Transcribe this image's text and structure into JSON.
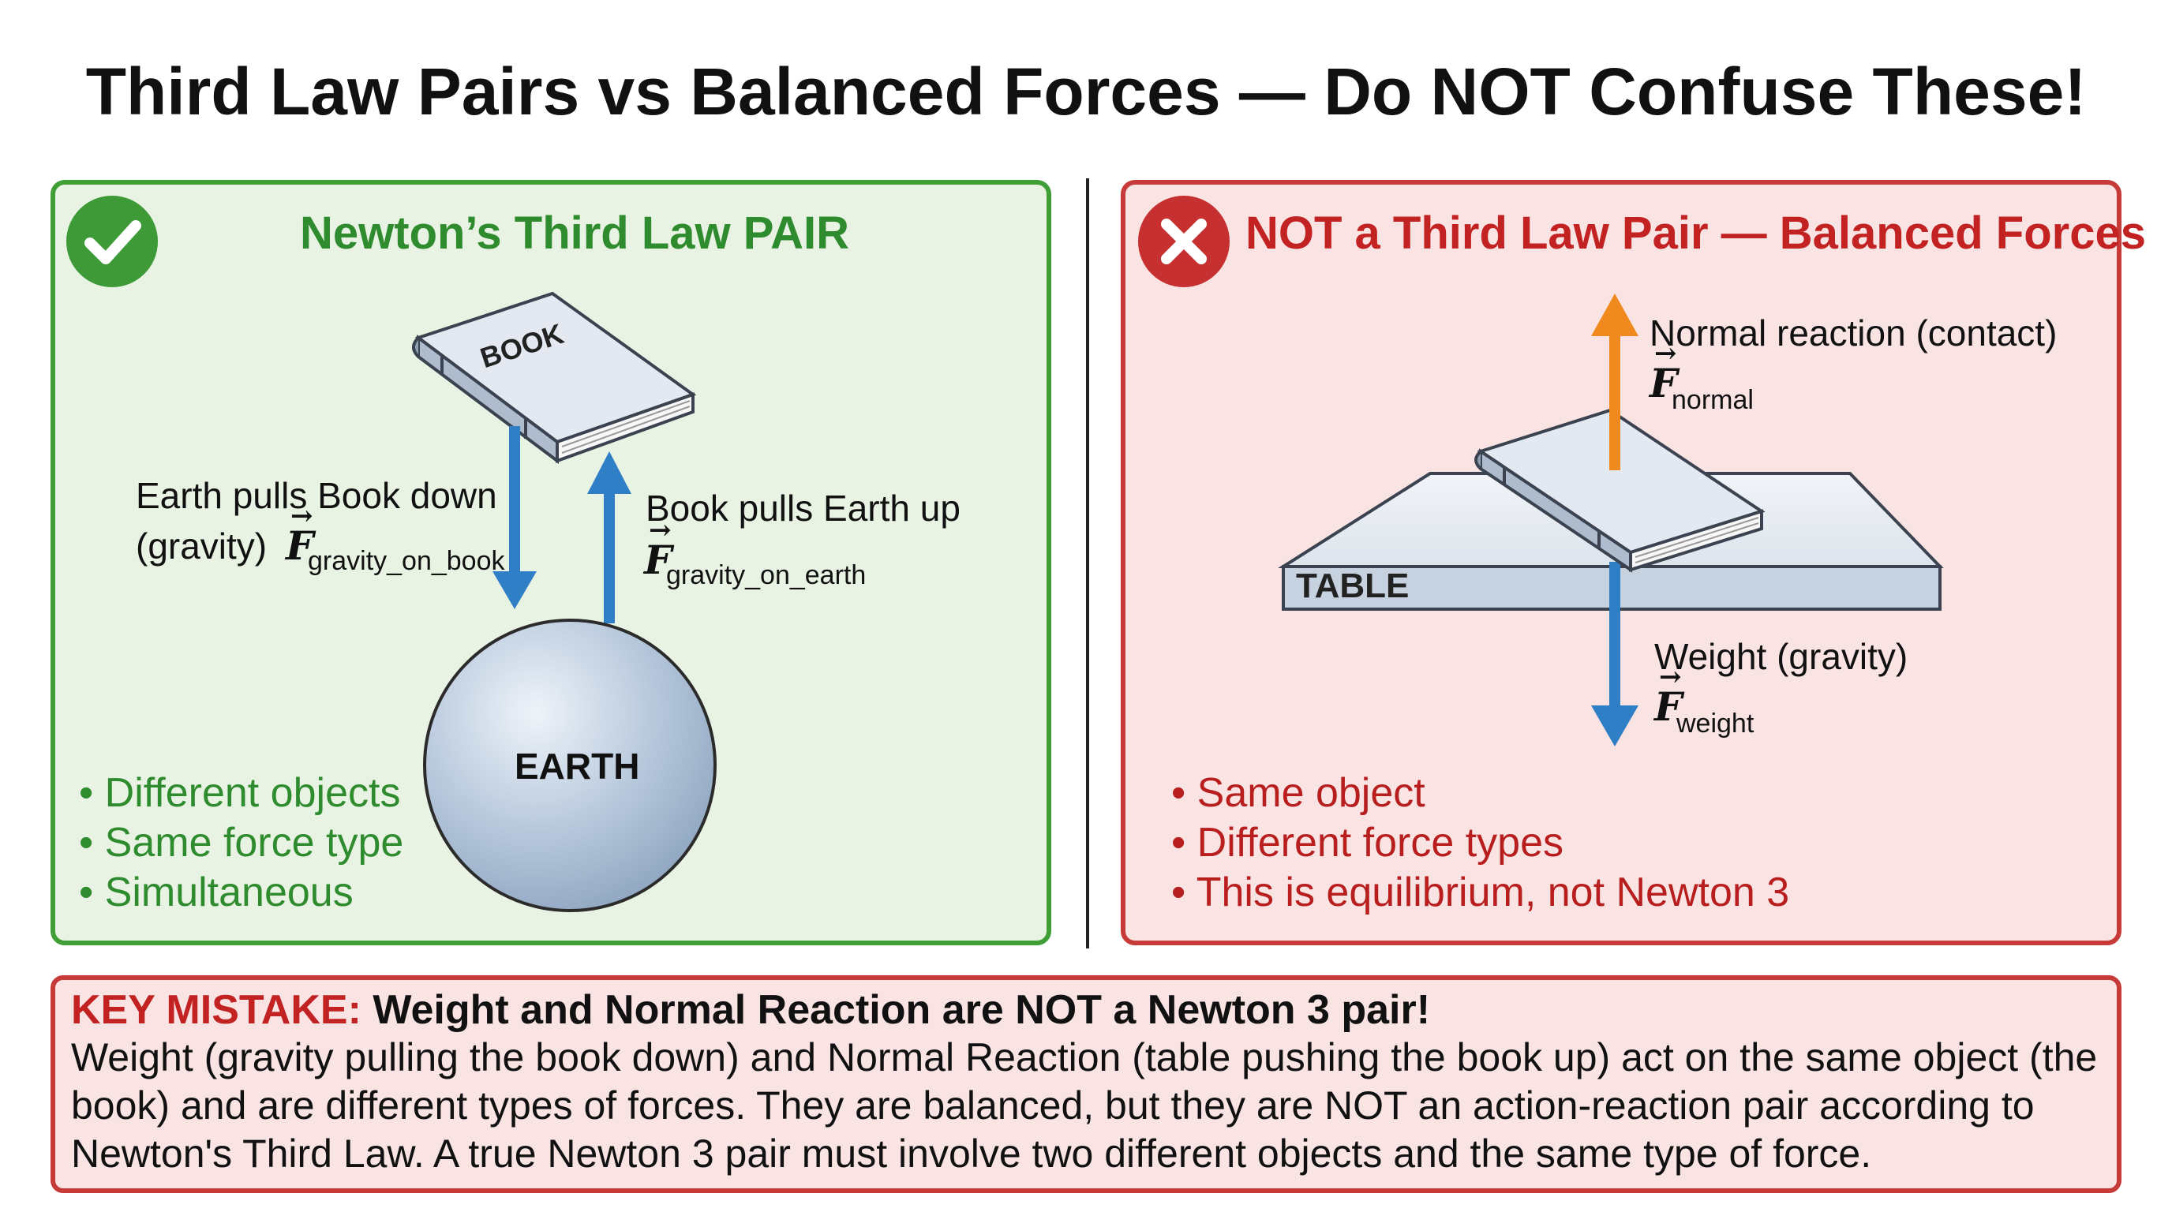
{
  "title": "Third Law Pairs vs Balanced Forces — Do NOT Confuse These!",
  "left_panel": {
    "heading": "Newton’s Third Law PAIR",
    "badge_icon": "checkmark-icon",
    "book_label": "BOOK",
    "earth_label": "EARTH",
    "force_down": {
      "line1": "Earth pulls Book down",
      "line2": "(gravity)",
      "symbol": "F",
      "subscript": "gravity_on_book"
    },
    "force_up": {
      "line1": "Book pulls Earth up",
      "symbol": "F",
      "subscript": "gravity_on_earth"
    },
    "bullets": [
      "• Different objects",
      "• Same force type",
      "• Simultaneous"
    ]
  },
  "right_panel": {
    "heading": "NOT a Third Law Pair — Balanced Forces",
    "badge_icon": "cross-icon",
    "table_label": "TABLE",
    "force_up": {
      "line1": "Normal reaction (contact)",
      "symbol": "F",
      "subscript": "normal"
    },
    "force_down": {
      "line1": "Weight (gravity)",
      "symbol": "F",
      "subscript": "weight"
    },
    "bullets": [
      "• Same object",
      "• Different force types",
      "• This is equilibrium, not Newton 3"
    ]
  },
  "key_mistake": {
    "keyword": "KEY MISTAKE:",
    "headline": "Weight and Normal Reaction are NOT a Newton 3 pair!",
    "body": "Weight (gravity pulling the book down) and Normal Reaction (table pushing the book up) act on the same object (the book) and are different types of forces. They are balanced, but they are NOT an action-reaction pair according to Newton's Third Law. A true Newton 3 pair must involve two different objects and the same type of force."
  },
  "colors": {
    "green_accent": "#3f9e35",
    "red_accent": "#c73a3a",
    "blue_arrow": "#2f7fc7",
    "orange_arrow": "#f08a1e"
  }
}
